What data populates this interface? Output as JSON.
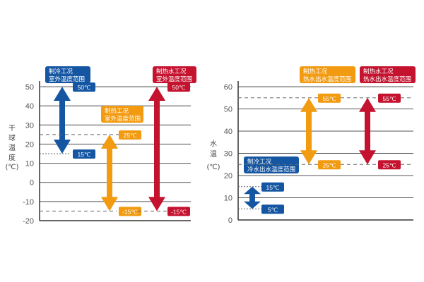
{
  "colors": {
    "cooling": "#1556a3",
    "heating": "#f29a10",
    "hotwater": "#c4122f",
    "grid": "#444444"
  },
  "charts": [
    {
      "id": "outdoor",
      "ylabel": [
        "干",
        "球",
        "温",
        "度",
        "(℃)"
      ],
      "ticks": [
        50,
        40,
        30,
        20,
        10,
        0,
        -10,
        -20
      ],
      "ranges": [
        {
          "mode": "cooling",
          "title": [
            "制冷工况",
            "室外温度范围"
          ],
          "max": 50,
          "min": 15,
          "max_label": "50℃",
          "min_label": "15℃"
        },
        {
          "mode": "heating",
          "title": [
            "制热工况",
            "室外温度范围"
          ],
          "max": 25,
          "min": -15,
          "max_label": "25℃",
          "min_label": "-15℃"
        },
        {
          "mode": "hotwater",
          "title": [
            "制热水工况",
            "室外温度范围"
          ],
          "max": 50,
          "min": -15,
          "max_label": "50℃",
          "min_label": "-15℃"
        }
      ]
    },
    {
      "id": "water",
      "ylabel": [
        "水",
        "温",
        "(℃)"
      ],
      "ticks": [
        60,
        50,
        40,
        30,
        20,
        10,
        0
      ],
      "ranges": [
        {
          "mode": "cooling",
          "title": [
            "制冷工况",
            "冷水出水温度范围"
          ],
          "max": 15,
          "min": 5,
          "max_label": "15℃",
          "min_label": "5℃"
        },
        {
          "mode": "heating",
          "title": [
            "制热工况",
            "热水出水温度范围"
          ],
          "max": 55,
          "min": 25,
          "max_label": "55℃",
          "min_label": "25℃"
        },
        {
          "mode": "hotwater",
          "title": [
            "制热水工况",
            "热水出水温度范围"
          ],
          "max": 55,
          "min": 25,
          "max_label": "55℃",
          "min_label": "25℃"
        }
      ]
    }
  ]
}
